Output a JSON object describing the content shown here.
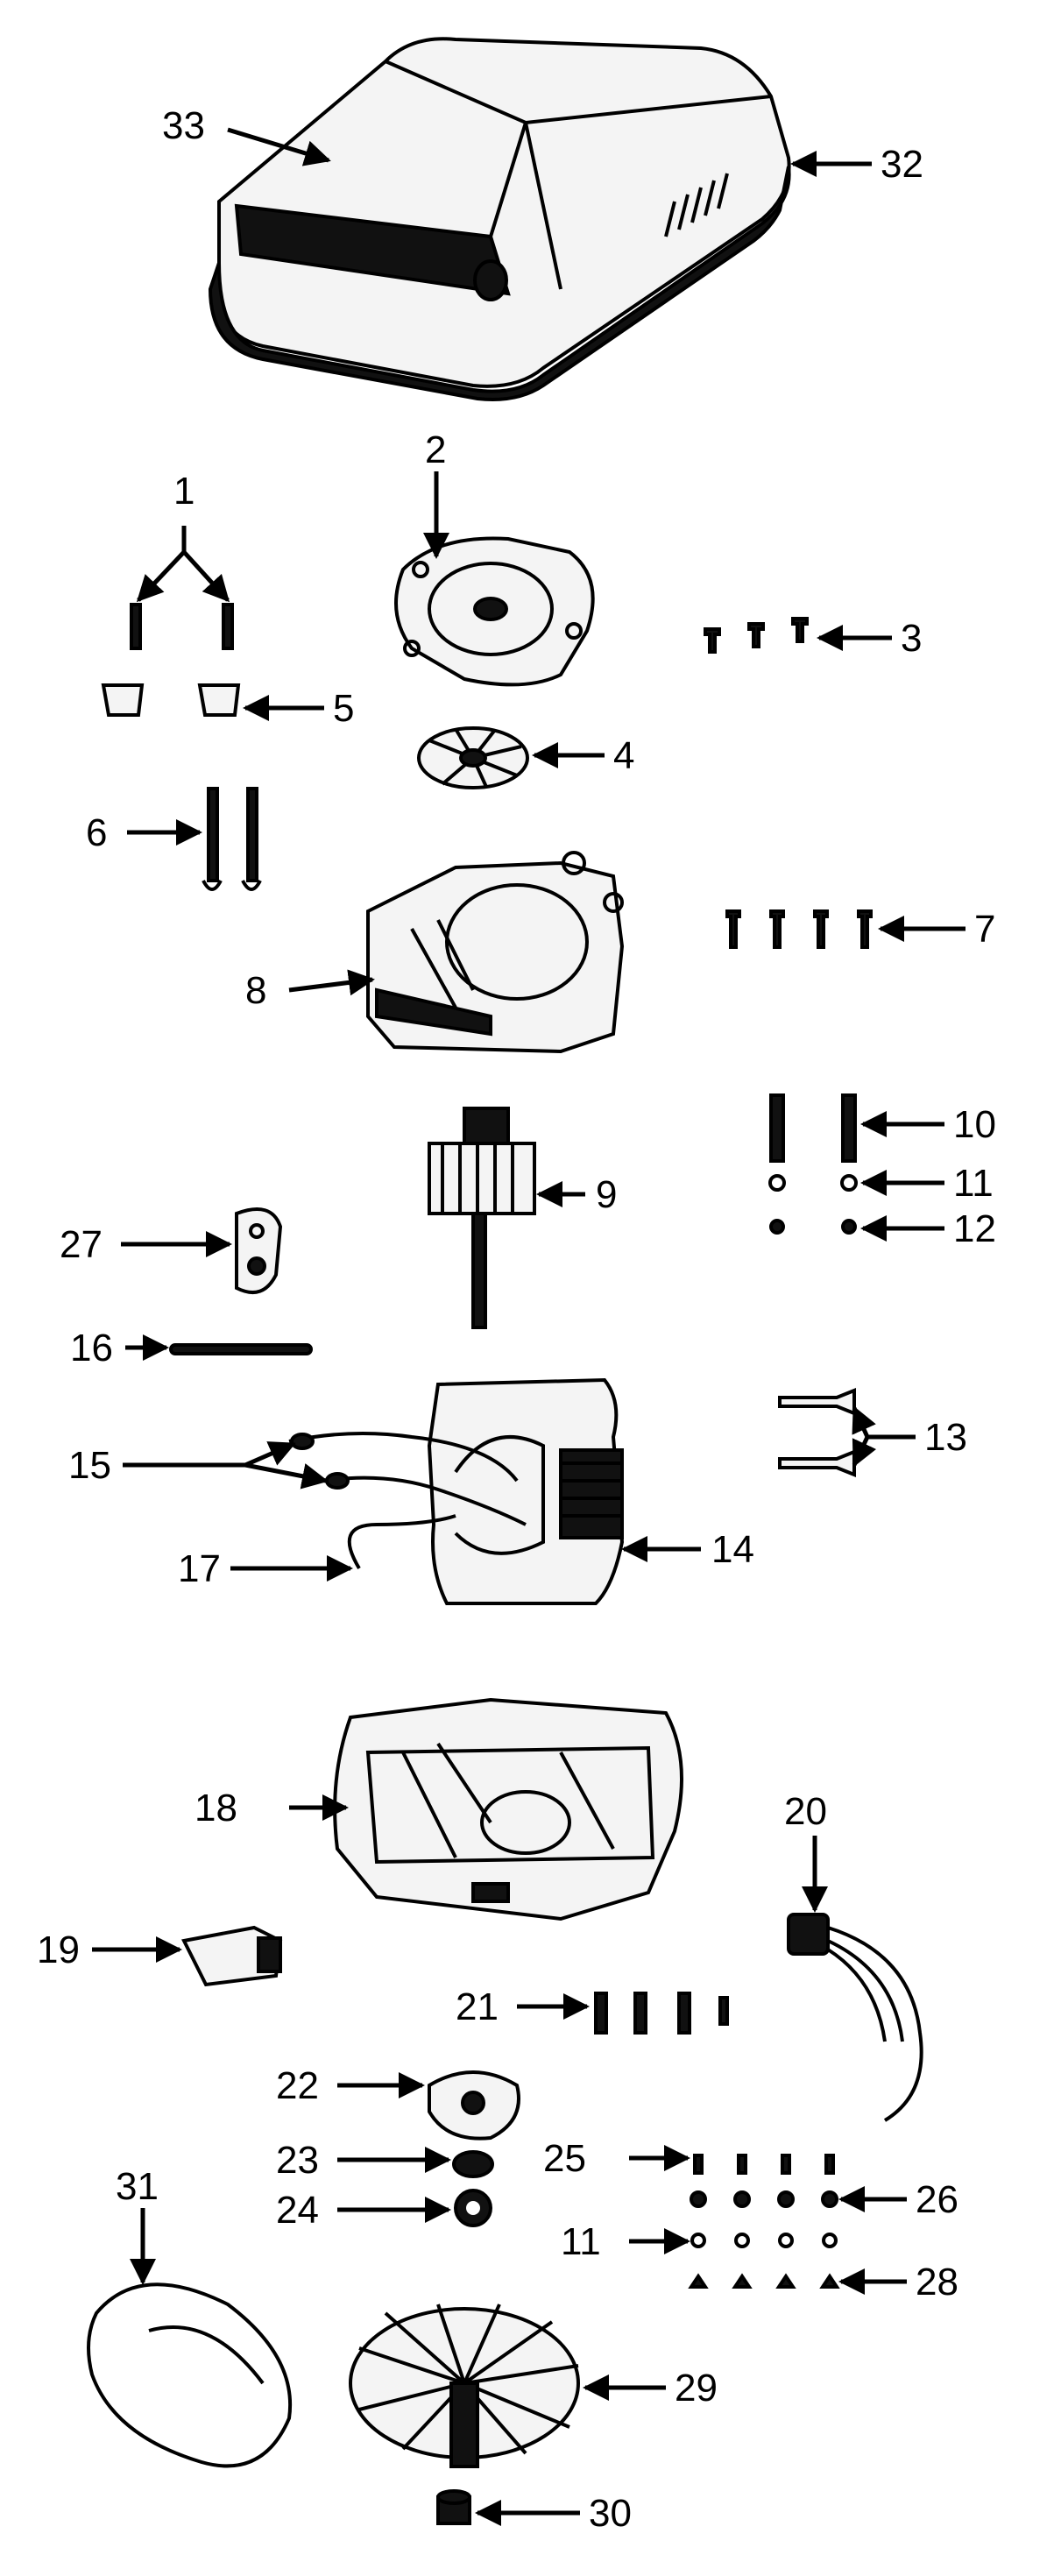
{
  "callouts": {
    "c1": "1",
    "c2": "2",
    "c3": "3",
    "c4": "4",
    "c5": "5",
    "c6": "6",
    "c7": "7",
    "c8": "8",
    "c9": "9",
    "c10": "10",
    "c11a": "11",
    "c12": "12",
    "c13": "13",
    "c14": "14",
    "c15": "15",
    "c16": "16",
    "c17": "17",
    "c18": "18",
    "c19": "19",
    "c20": "20",
    "c21": "21",
    "c22": "22",
    "c23": "23",
    "c24": "24",
    "c25": "25",
    "c26": "26",
    "c11b": "11",
    "c27": "27",
    "c28": "28",
    "c29": "29",
    "c30": "30",
    "c31": "31",
    "c32": "32",
    "c33": "33"
  }
}
